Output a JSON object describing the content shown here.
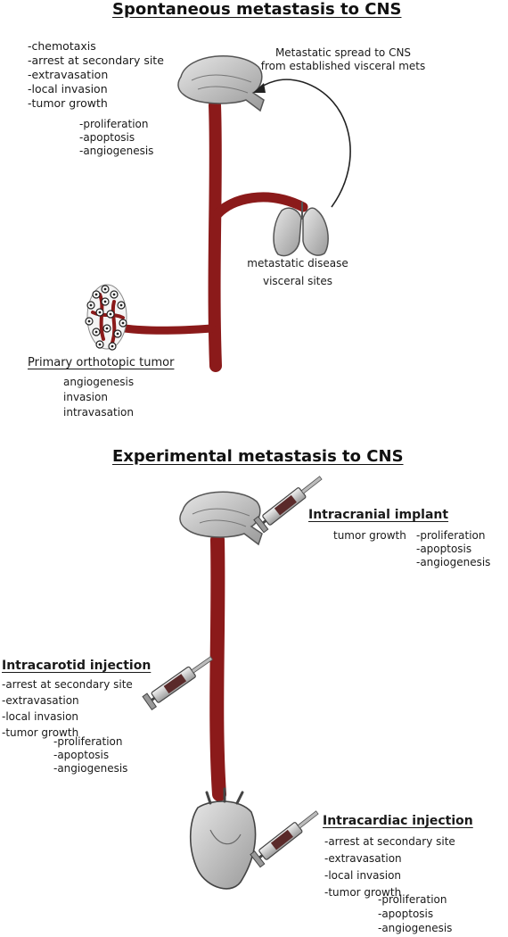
{
  "spontaneous": {
    "title": "Spontaneous metastasis to CNS",
    "brain_steps": [
      "-chemotaxis",
      "-arrest at secondary site",
      "-extravasation",
      "-local invasion",
      "-tumor growth"
    ],
    "growth_substeps": [
      "-proliferation",
      "-apoptosis",
      "-angiogenesis"
    ],
    "spread_label": [
      "Metastatic spread to CNS",
      "from established visceral mets"
    ],
    "visceral_label": [
      "metastatic disease",
      "visceral sites"
    ],
    "primary_title": "Primary orthotopic tumor",
    "primary_steps": [
      "angiogenesis",
      "invasion",
      "intravasation"
    ]
  },
  "experimental": {
    "title": "Experimental metastasis to CNS",
    "intracranial": {
      "title": "Intracranial implant",
      "lead": "tumor growth",
      "substeps": [
        "-proliferation",
        "-apoptosis",
        "-angiogenesis"
      ]
    },
    "intracarotid": {
      "title": "Intracarotid  injection",
      "steps": [
        "-arrest at secondary site",
        "-extravasation",
        "-local invasion",
        "-tumor growth"
      ],
      "substeps": [
        "-proliferation",
        "-apoptosis",
        "-angiogenesis"
      ]
    },
    "intracardiac": {
      "title": "Intracardiac  injection",
      "steps": [
        "-arrest at secondary site",
        "-extravasation",
        "-local invasion",
        "-tumor growth"
      ],
      "substeps": [
        "-proliferation",
        "-apoptosis",
        "-angiogenesis"
      ]
    }
  },
  "colors": {
    "vessel": "#8b1a1a",
    "organ": "#c9c9c9",
    "outline": "#555555"
  }
}
